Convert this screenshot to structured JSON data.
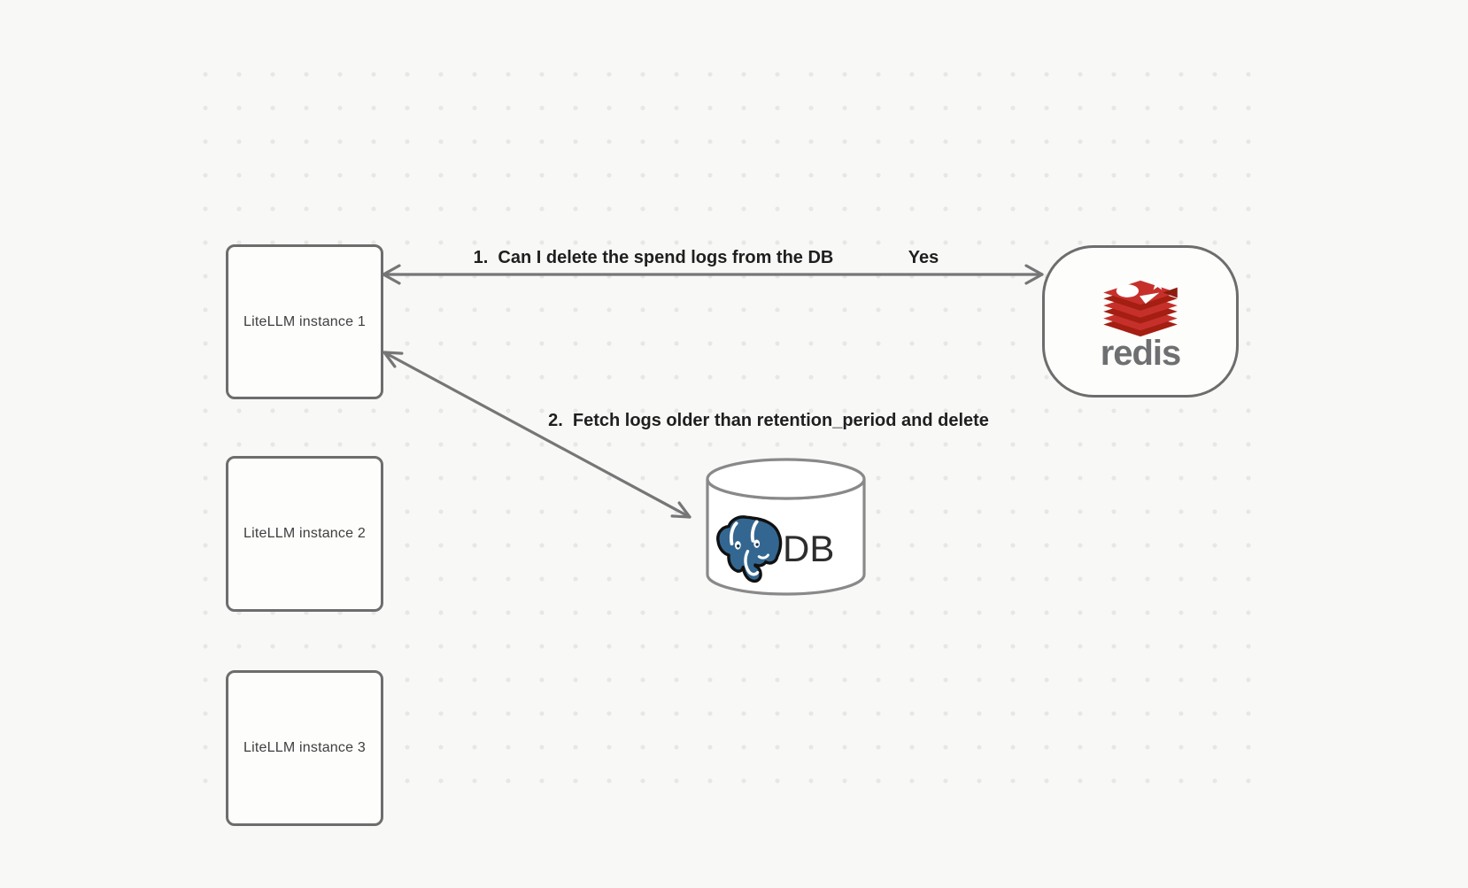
{
  "diagram": {
    "instances": [
      {
        "label": "LiteLLM instance 1"
      },
      {
        "label": "LiteLLM instance 2"
      },
      {
        "label": "LiteLLM instance 3"
      }
    ],
    "redis": {
      "wordmark": "redis",
      "icon": "redis-stack-icon"
    },
    "db": {
      "label": "DB",
      "icon": "postgresql-elephant-icon"
    },
    "edges": [
      {
        "label": "1.  Can I delete the spend logs from the DB",
        "answer": "Yes"
      },
      {
        "label": "2.  Fetch logs older than retention_period and delete"
      }
    ],
    "colors": {
      "background": "#f8f8f7",
      "grid_dot": "#e7e7e5",
      "shape_border": "#6d6d6d",
      "arrow": "#767676",
      "edge_label_text": "#1f1f1f",
      "node_text": "#3e3e3e",
      "redis_red": "#c6302b",
      "redis_dark_red": "#a41e11",
      "redis_wordmark_gray": "#6d6f71",
      "postgres_blue": "#336791",
      "db_text": "#2d2d2d"
    }
  }
}
